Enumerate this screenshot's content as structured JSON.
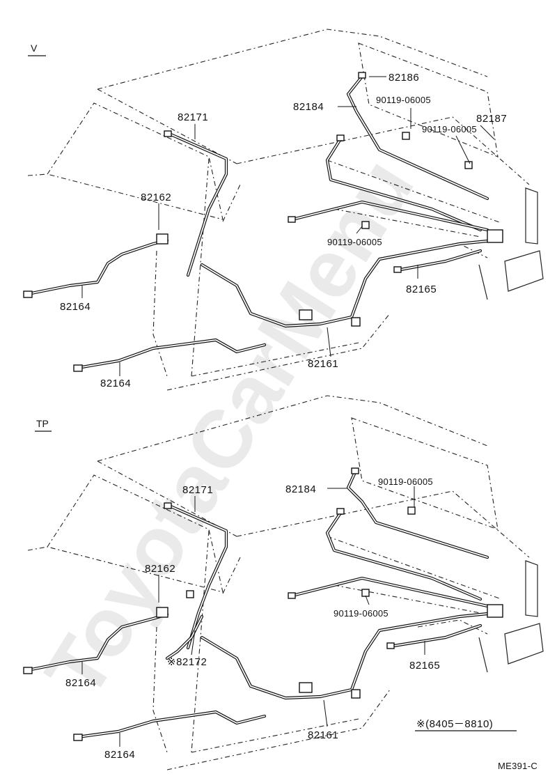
{
  "watermark": "ToyotaCarMenu",
  "figure_code": "ME391-C",
  "note": "※(8405－8810)",
  "sections": [
    {
      "label": "V",
      "parts": {
        "p82186": "82186",
        "p82184": "82184",
        "p90119a": "90119-06005",
        "p82187": "82187",
        "p90119b": "90119-06005",
        "p82171": "82171",
        "p82162": "82162",
        "p90119c": "90119-06005",
        "p82164a": "82164",
        "p82165": "82165",
        "p82164b": "82164",
        "p82161": "82161"
      }
    },
    {
      "label": "TP",
      "parts": {
        "p82184": "82184",
        "p90119a": "90119-06005",
        "p82171": "82171",
        "p82162": "82162",
        "p90119c": "90119-06005",
        "p82172": "※82172",
        "p82164a": "82164",
        "p82165": "82165",
        "p82164b": "82164",
        "p82161": "82161"
      }
    }
  ]
}
